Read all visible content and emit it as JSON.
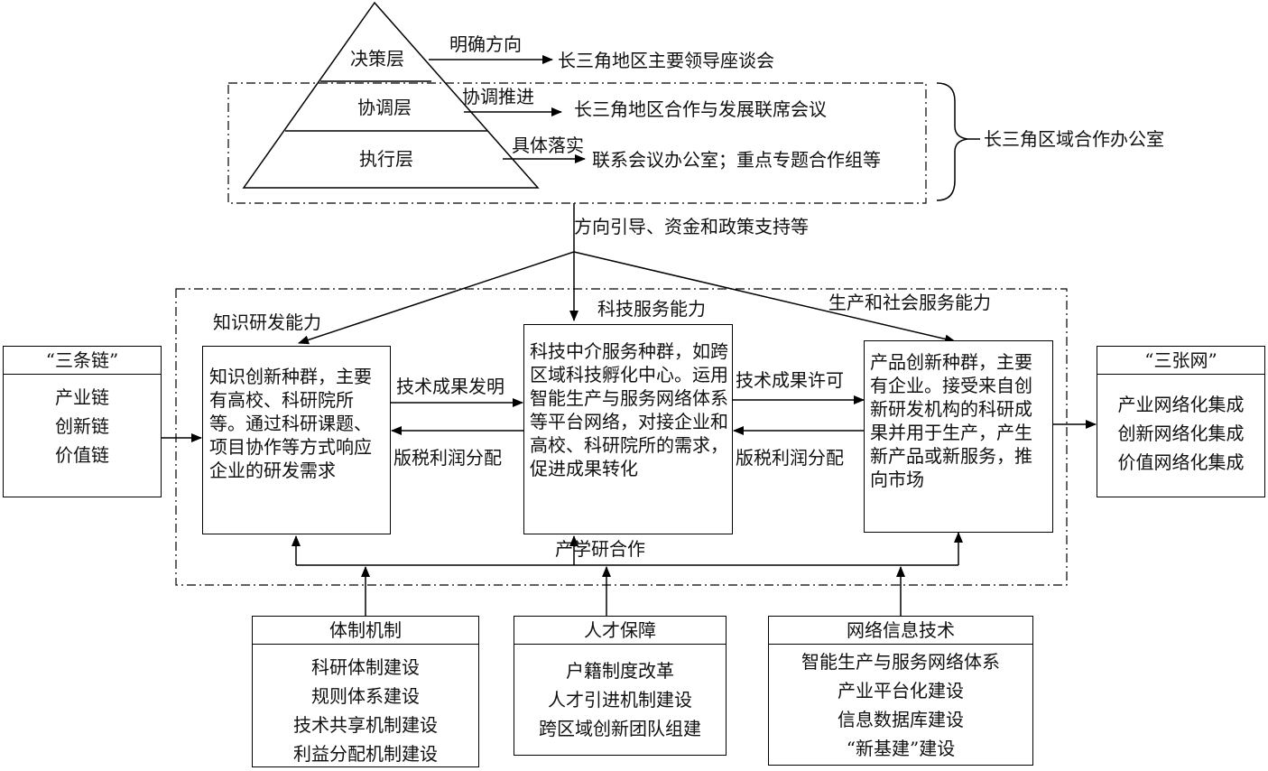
{
  "pyramid": {
    "levels": [
      "决策层",
      "协调层",
      "执行层"
    ],
    "arrow_labels": [
      "明确方向",
      "协调推进",
      "具体落实"
    ],
    "targets": [
      "长三角地区主要领导座谈会",
      "长三角地区合作与发展联席会议",
      "联系会议办公室；重点专题合作组等"
    ],
    "office": "长三角区域合作办公室"
  },
  "support_label": "方向引导、资金和政策支持等",
  "capabilities": {
    "knowledge": "知识研发能力",
    "tech_service": "科技服务能力",
    "production": "生产和社会服务能力"
  },
  "boxes": {
    "knowledge": "知识创新种群，主要有高校、科研院所等。通过科研课题、项目协作等方式响应企业的研发需求",
    "tech": "科技中介服务种群，如跨区域科技孵化中心。运用智能生产与服务网络体系等平台网络，对接企业和高校、科研院所的需求，促进成果转化",
    "product": "产品创新种群，主要有企业。接受来自创新研发机构的科研成果并用于生产，产生新产品或新服务，推向市场"
  },
  "flows": {
    "tech_invention": "技术成果发明",
    "royalty_left": "版税利润分配",
    "tech_license": "技术成果许可",
    "royalty_right": "版税利润分配",
    "cooperation": "产学研合作"
  },
  "three_chains": {
    "title": "“三条链”",
    "items": [
      "产业链",
      "创新链",
      "价值链"
    ]
  },
  "three_nets": {
    "title": "“三张网”",
    "items": [
      "产业网络化集成",
      "创新网络化集成",
      "价值网络化集成"
    ]
  },
  "bottom": [
    {
      "title": "体制机制",
      "items": [
        "科研体制建设",
        "规则体系建设",
        "技术共享机制建设",
        "利益分配机制建设"
      ]
    },
    {
      "title": "人才保障",
      "items": [
        "户籍制度改革",
        "人才引进机制建设",
        "跨区域创新团队组建"
      ]
    },
    {
      "title": "网络信息技术",
      "items": [
        "智能生产与服务网络体系",
        "产业平台化建设",
        "信息数据库建设",
        "“新基建”建设"
      ]
    }
  ]
}
